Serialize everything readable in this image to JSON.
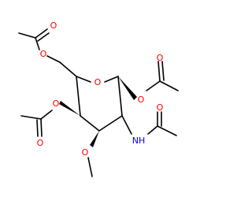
{
  "molecule": {
    "atoms": {
      "o_ring": "O",
      "o_ester6": "O",
      "o_carbonyl6": "O",
      "o_ester1": "O",
      "o_carbonyl1": "O",
      "o_ester4": "O",
      "o_carbonyl4": "O",
      "o_methoxy": "O",
      "nh": "NH",
      "o_amide": "O"
    },
    "colors": {
      "oxygen": "#ff0000",
      "nitrogen": "#0000ff",
      "bond": "#000000"
    }
  }
}
